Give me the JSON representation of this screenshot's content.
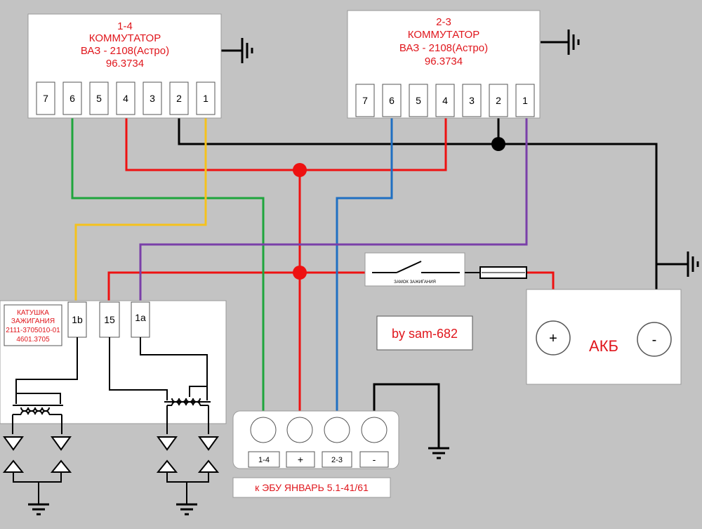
{
  "commutator_left": {
    "line1": "1-4",
    "line2": "КОММУТАТОР",
    "line3": "ВАЗ - 2108(Астро)",
    "line4": "96.3734",
    "pins": [
      "7",
      "6",
      "5",
      "4",
      "3",
      "2",
      "1"
    ]
  },
  "commutator_right": {
    "line1": "2-3",
    "line2": "КОММУТАТОР",
    "line3": "ВАЗ - 2108(Астро)",
    "line4": "96.3734",
    "pins": [
      "7",
      "6",
      "5",
      "4",
      "3",
      "2",
      "1"
    ]
  },
  "coil": {
    "title1": "КАТУШКА",
    "title2": "ЗАЖИГАНИЯ",
    "part1": "2111-3705010-01",
    "part2": "4601.3705",
    "terminals": [
      "1b",
      "15",
      "1a"
    ]
  },
  "ignition_switch": {
    "label": "ЗАМОК ЗАЖИГАНИЯ"
  },
  "battery": {
    "label": "АКБ",
    "plus": "+",
    "minus": "-"
  },
  "author": {
    "text": "by sam-682"
  },
  "ecu": {
    "pins": [
      "1-4",
      "+",
      "2-3",
      "-"
    ],
    "caption": "к ЭБУ ЯНВАРЬ 5.1-41/61"
  },
  "colors": {
    "background": "#c3c3c3",
    "text_red": "#e0161c",
    "wire_red": "#ee1111",
    "wire_green": "#1ea53c",
    "wire_yellow": "#f5c21c",
    "wire_blue": "#1f6fc2",
    "wire_violet": "#7a3fa8",
    "wire_black": "#000000"
  }
}
